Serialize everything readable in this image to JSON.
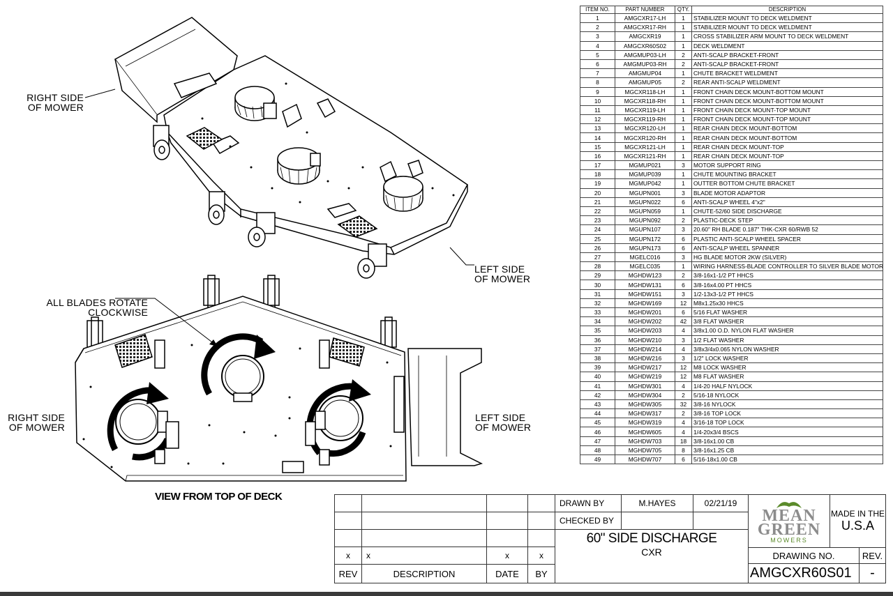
{
  "labels": {
    "right_side_top": "RIGHT SIDE\nOF MOWER",
    "left_side_top": "LEFT SIDE\nOF MOWER",
    "blades_note": "ALL BLADES ROTATE\nCLOCKWISE",
    "right_side_bottom": "RIGHT SIDE\nOF MOWER",
    "left_side_bottom": "LEFT SIDE\nOF MOWER",
    "view_title": "VIEW FROM TOP OF DECK"
  },
  "parts_table": {
    "headers": [
      "ITEM NO.",
      "PART NUMBER",
      "QTY.",
      "DESCRIPTION"
    ],
    "rows": [
      [
        "1",
        "AMGCXR17-LH",
        "1",
        "STABILIZER MOUNT TO DECK WELDMENT"
      ],
      [
        "2",
        "AMGCXR17-RH",
        "1",
        "STABILIZER MOUNT TO DECK WELDMENT"
      ],
      [
        "3",
        "AMGCXR19",
        "1",
        "CROSS STABILIZER ARM MOUNT TO DECK WELDMENT"
      ],
      [
        "4",
        "AMGCXR60S02",
        "1",
        "DECK WELDMENT"
      ],
      [
        "5",
        "AMGMUP03-LH",
        "2",
        "ANTI-SCALP BRACKET-FRONT"
      ],
      [
        "6",
        "AMGMUP03-RH",
        "2",
        "ANTI-SCALP BRACKET-FRONT"
      ],
      [
        "7",
        "AMGMUP04",
        "1",
        "CHUTE BRACKET WELDMENT"
      ],
      [
        "8",
        "AMGMUP05",
        "2",
        "REAR ANTI-SCALP WELDMENT"
      ],
      [
        "9",
        "MGCXR118-LH",
        "1",
        "FRONT CHAIN DECK MOUNT-BOTTOM MOUNT"
      ],
      [
        "10",
        "MGCXR118-RH",
        "1",
        "FRONT CHAIN DECK MOUNT-BOTTOM MOUNT"
      ],
      [
        "11",
        "MGCXR119-LH",
        "1",
        "FRONT CHAIN DECK MOUNT-TOP MOUNT"
      ],
      [
        "12",
        "MGCXR119-RH",
        "1",
        "FRONT CHAIN DECK MOUNT-TOP MOUNT"
      ],
      [
        "13",
        "MGCXR120-LH",
        "1",
        "REAR CHAIN DECK MOUNT-BOTTOM"
      ],
      [
        "14",
        "MGCXR120-RH",
        "1",
        "REAR CHAIN DECK MOUNT-BOTTOM"
      ],
      [
        "15",
        "MGCXR121-LH",
        "1",
        "REAR CHAIN DECK MOUNT-TOP"
      ],
      [
        "16",
        "MGCXR121-RH",
        "1",
        "REAR CHAIN DECK MOUNT-TOP"
      ],
      [
        "17",
        "MGMUP021",
        "3",
        "MOTOR SUPPORT RING"
      ],
      [
        "18",
        "MGMUP039",
        "1",
        "CHUTE MOUNTING BRACKET"
      ],
      [
        "19",
        "MGMUP042",
        "1",
        "OUTTER BOTTOM CHUTE BRACKET"
      ],
      [
        "20",
        "MGUPN001",
        "3",
        "BLADE MOTOR ADAPTOR"
      ],
      [
        "21",
        "MGUPN022",
        "6",
        "ANTI-SCALP WHEEL 4\"x2\""
      ],
      [
        "22",
        "MGUPN059",
        "1",
        "CHUTE-52/60 SIDE DISCHARGE"
      ],
      [
        "23",
        "MGUPN092",
        "2",
        "PLASTIC-DECK STEP"
      ],
      [
        "24",
        "MGUPN107",
        "3",
        "20.60\" RH BLADE 0.187\" THK-CXR 60/RWB 52"
      ],
      [
        "25",
        "MGUPN172",
        "6",
        "PLASTIC ANTI-SCALP WHEEL SPACER"
      ],
      [
        "26",
        "MGUPN173",
        "6",
        "ANTI-SCALP WHEEL SPANNER"
      ],
      [
        "27",
        "MGELC016",
        "3",
        "HG BLADE MOTOR 2KW (SILVER)"
      ],
      [
        "28",
        "MGELC035",
        "1",
        "WIRING HARNESS-BLADE CONTROLLER TO SILVER BLADE MOTOR"
      ],
      [
        "29",
        "MGHDW123",
        "2",
        "3/8-16x1-1/2 PT HHCS"
      ],
      [
        "30",
        "MGHDW131",
        "6",
        "3/8-16x4.00 PT HHCS"
      ],
      [
        "31",
        "MGHDW151",
        "3",
        "1/2-13x3-1/2 PT HHCS"
      ],
      [
        "32",
        "MGHDW169",
        "12",
        "M8x1.25x30 HHCS"
      ],
      [
        "33",
        "MGHDW201",
        "6",
        "5/16 FLAT WASHER"
      ],
      [
        "34",
        "MGHDW202",
        "42",
        "3/8 FLAT WASHER"
      ],
      [
        "35",
        "MGHDW203",
        "4",
        "3/8x1.00 O.D. NYLON FLAT WASHER"
      ],
      [
        "36",
        "MGHDW210",
        "3",
        "1/2 FLAT WASHER"
      ],
      [
        "37",
        "MGHDW214",
        "4",
        "3/8x3/4x0.065 NYLON WASHER"
      ],
      [
        "38",
        "MGHDW216",
        "3",
        "1/2\" LOCK WASHER"
      ],
      [
        "39",
        "MGHDW217",
        "12",
        "M8 LOCK WASHER"
      ],
      [
        "40",
        "MGHDW219",
        "12",
        "M8 FLAT WASHER"
      ],
      [
        "41",
        "MGHDW301",
        "4",
        "1/4-20 HALF NYLOCK"
      ],
      [
        "42",
        "MGHDW304",
        "2",
        "5/16-18 NYLOCK"
      ],
      [
        "43",
        "MGHDW305",
        "32",
        "3/8-16 NYLOCK"
      ],
      [
        "44",
        "MGHDW317",
        "2",
        "3/8-16 TOP LOCK"
      ],
      [
        "45",
        "MGHDW319",
        "4",
        "3/16-18 TOP LOCK"
      ],
      [
        "46",
        "MGHDW605",
        "4",
        "1/4-20x3/4 BSCS"
      ],
      [
        "47",
        "MGHDW703",
        "18",
        "3/8-16x1.00 CB"
      ],
      [
        "48",
        "MGHDW705",
        "8",
        "3/8-16x1.25 CB"
      ],
      [
        "49",
        "MGHDW707",
        "6",
        "5/16-18x1.00 CB"
      ]
    ]
  },
  "title_block": {
    "drawn_by_label": "DRAWN BY",
    "drawn_by": "M.HAYES",
    "drawn_date": "02/21/19",
    "checked_by_label": "CHECKED BY",
    "title": "60\" SIDE DISCHARGE",
    "subtitle": "CXR",
    "rev_row": [
      "x",
      "x",
      "x",
      "x"
    ],
    "rev_header": [
      "REV",
      "DESCRIPTION",
      "DATE",
      "BY"
    ],
    "logo_line1": "MEAN",
    "logo_line2": "GREEN",
    "logo_line3": "MOWERS",
    "made_in_line1": "MADE IN THE",
    "made_in_line2": "U.S.A",
    "drawing_no_label": "DRAWING NO.",
    "rev_label": "REV.",
    "drawing_no": "AMGCXR60S01",
    "rev_value": "-"
  },
  "colors": {
    "line": "#000000",
    "logo_green": "#5a8a2a",
    "logo_gray": "#8c8c8c"
  }
}
